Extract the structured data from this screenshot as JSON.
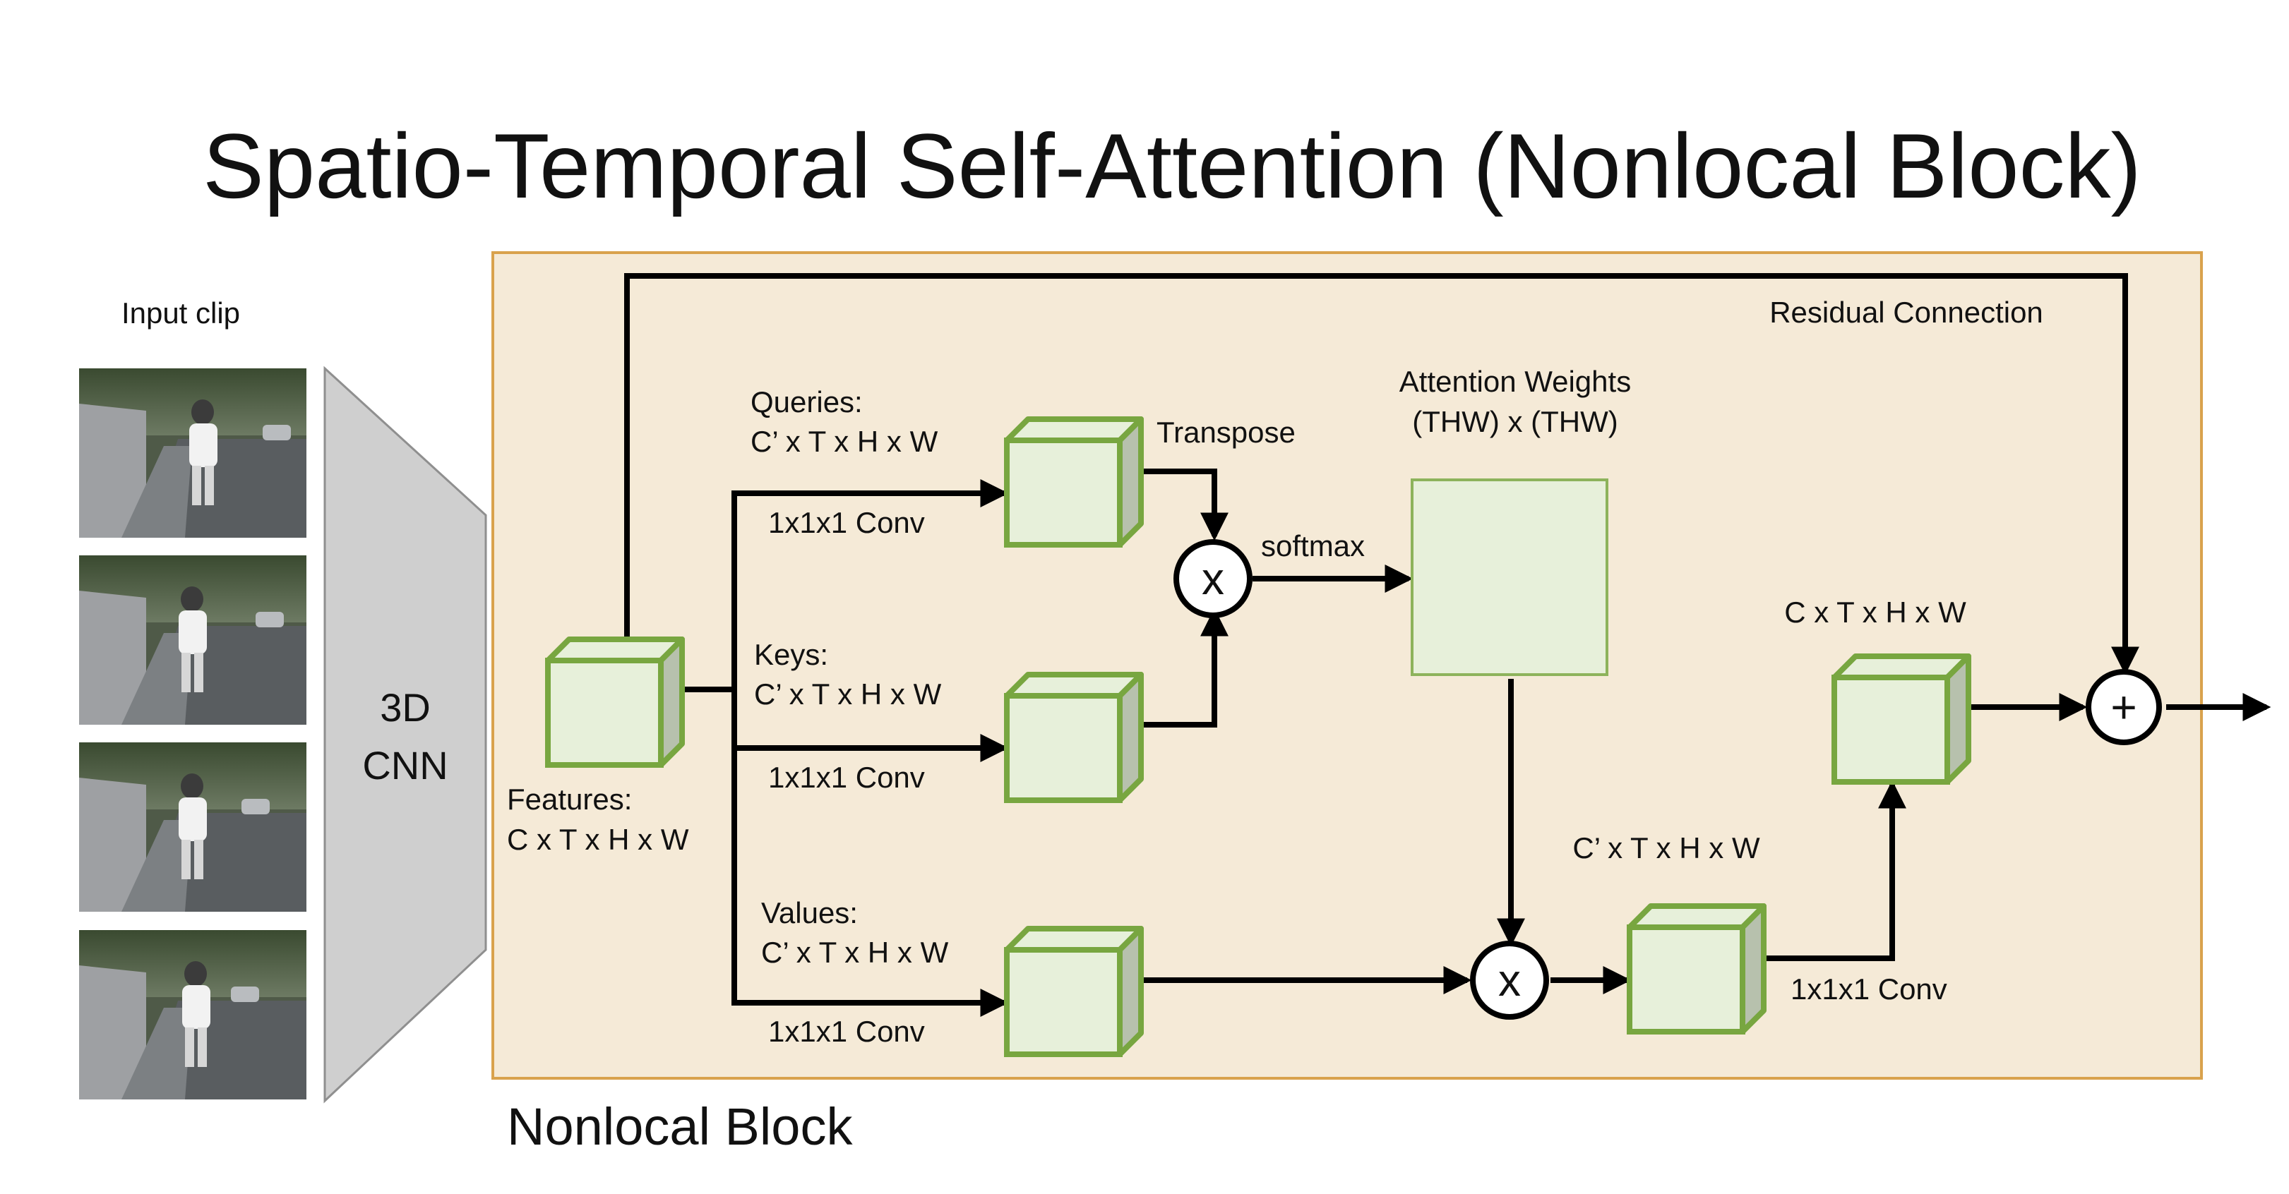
{
  "title": "Spatio-Temporal Self-Attention (Nonlocal Block)",
  "input_clip": {
    "label": "Input clip",
    "frame_count": 4
  },
  "cnn": {
    "line1": "3D",
    "line2": "CNN"
  },
  "block": {
    "name": "Nonlocal Block",
    "residual_label": "Residual Connection"
  },
  "features": {
    "title": "Features:",
    "shape": "C x T x H x W"
  },
  "queries": {
    "title": "Queries:",
    "shape": "C’ x T x H x W",
    "conv": "1x1x1 Conv"
  },
  "keys": {
    "title": "Keys:",
    "shape": "C’ x T x H x W",
    "conv": "1x1x1 Conv"
  },
  "values": {
    "title": "Values:",
    "shape": "C’ x T x H x W",
    "conv": "1x1x1 Conv"
  },
  "transpose_label": "Transpose",
  "softmax_label": "softmax",
  "attention": {
    "title": "Attention Weights",
    "shape": "(THW) x (THW)"
  },
  "weighted_output_shape": "C’ x T x H x W",
  "out_conv_label": "1x1x1 Conv",
  "output_shape": "C x T x H x W",
  "ops": {
    "multiply": "x",
    "add": "+"
  },
  "colors": {
    "block_fill": "#f5ead7",
    "block_border": "#d9a24d",
    "cube_front": "#e7f0da",
    "cube_side": "#b7c1ad",
    "cube_border": "#78a640",
    "cnn_fill": "#cfcfcf"
  }
}
